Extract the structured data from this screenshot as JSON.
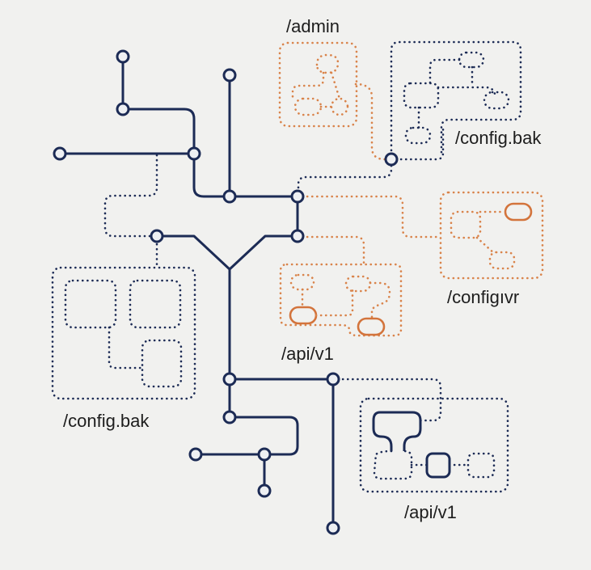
{
  "diagram": {
    "type": "network-route-map",
    "colors": {
      "background": "#f1f1ef",
      "primary_line": "#1c2b55",
      "accent_line": "#d9834a"
    },
    "labels": {
      "admin": "/admin",
      "config_bak_top": "/config.bak",
      "config_vr": "/configıvr",
      "api_v1_center": "/api/v1",
      "config_bak_left": "/config.bak",
      "api_v1_bottom": "/api/v1"
    },
    "groups": [
      {
        "id": "admin",
        "label": "/admin",
        "style": "orange-dotted",
        "subnodes": 3
      },
      {
        "id": "config-bak-top",
        "label": "/config.bak",
        "style": "navy-dotted",
        "subnodes": 4
      },
      {
        "id": "config-vr",
        "label": "/configıvr",
        "style": "orange-dotted",
        "subnodes": 3
      },
      {
        "id": "api-v1-center",
        "label": "/api/v1",
        "style": "orange-dotted",
        "subnodes": 4
      },
      {
        "id": "config-bak-left",
        "label": "/config.bak",
        "style": "navy-dotted",
        "subnodes": 3
      },
      {
        "id": "api-v1-bottom",
        "label": "/api/v1",
        "style": "navy-dotted",
        "subnodes": 4
      }
    ]
  }
}
